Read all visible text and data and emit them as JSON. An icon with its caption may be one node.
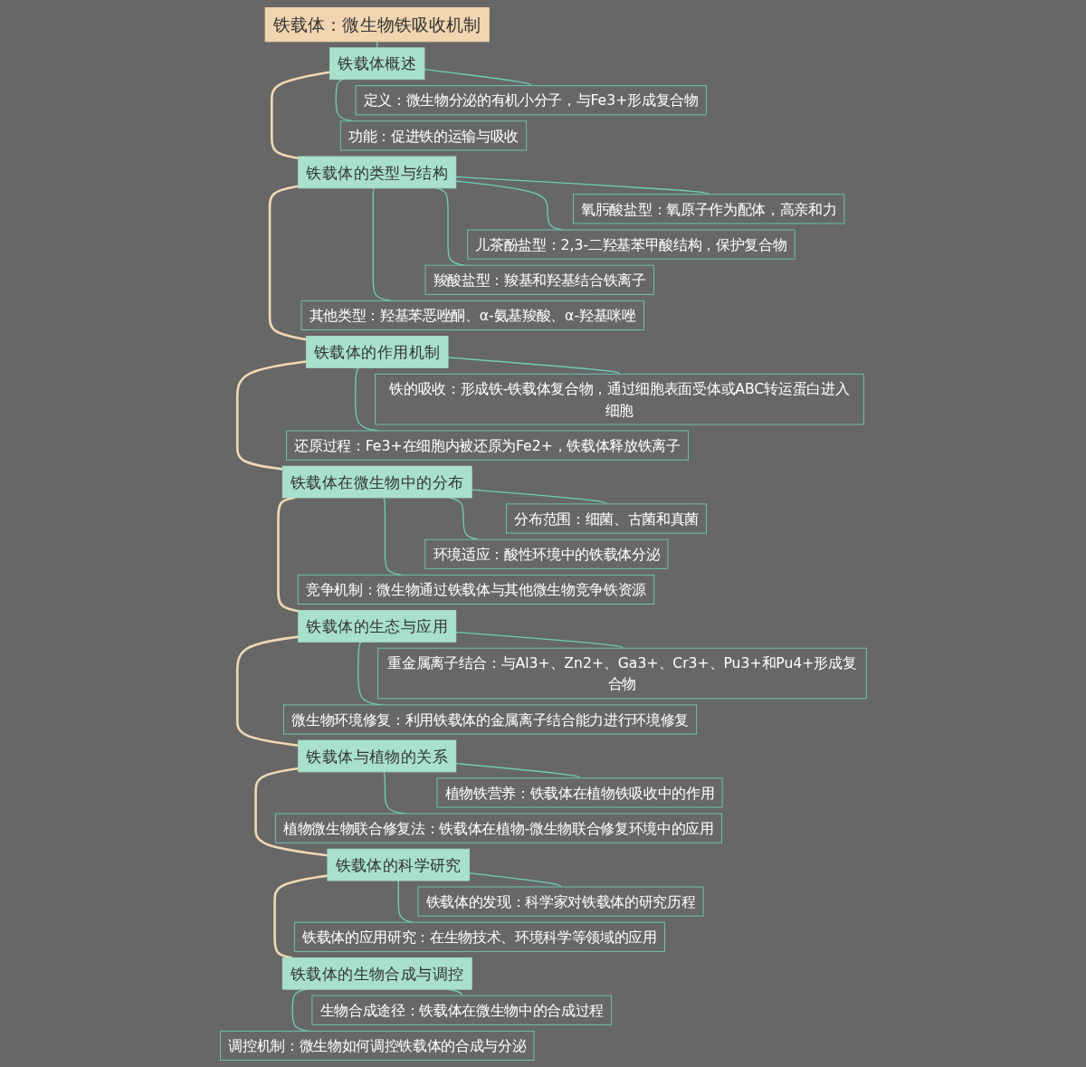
{
  "diagram": {
    "nodes": [
      {
        "text": [
          "铁载体：微生物铁吸收机制"
        ]
      },
      {
        "text": [
          "铁载体概述"
        ]
      },
      {
        "text": [
          "定义：微生物分泌的有机小分子，与Fe3+形成复合物"
        ]
      },
      {
        "text": [
          "功能：促进铁的运输与吸收"
        ]
      },
      {
        "text": [
          "铁载体的类型与结构"
        ]
      },
      {
        "text": [
          "氧肟酸盐型：氧原子作为配体，高亲和力"
        ]
      },
      {
        "text": [
          "儿茶酚盐型：2,3-二羟基苯甲酸结构，保护复合物"
        ]
      },
      {
        "text": [
          "羧酸盐型：羧基和羟基结合铁离子"
        ]
      },
      {
        "text": [
          "其他类型：羟基苯恶唑酮、α-氨基羧酸、α-羟基咪唑"
        ]
      },
      {
        "text": [
          "铁载体的作用机制"
        ]
      },
      {
        "text": [
          "铁的吸收：形成铁-铁载体复合物，通过细胞表面受体或ABC转运蛋白进入细胞"
        ]
      },
      {
        "text": [
          "还原过程：Fe3+在细胞内被还原为Fe2+，铁载体释放铁离子"
        ]
      },
      {
        "text": [
          "铁载体在微生物中的分布"
        ]
      },
      {
        "text": [
          "分布范围：细菌、古菌和真菌"
        ]
      },
      {
        "text": [
          "环境适应：酸性环境中的铁载体分泌"
        ]
      },
      {
        "text": [
          "竞争机制：微生物通过铁载体与其他微生物竞争铁资源"
        ]
      },
      {
        "text": [
          "铁载体的生态与应用"
        ]
      },
      {
        "text": [
          "重金属离子结合：与Al3+、Zn2+、Ga3+、Cr3+、Pu3+和Pu4+形成复合物"
        ]
      },
      {
        "text": [
          "微生物环境修复：利用铁载体的金属离子结合能力进行环境修复"
        ]
      },
      {
        "text": [
          "铁载体与植物的关系"
        ]
      },
      {
        "text": [
          "植物铁营养：铁载体在植物铁吸收中的作用"
        ]
      },
      {
        "text": [
          "植物微生物联合修复法：铁载体在植物-微生物联合修复环境中的应用"
        ]
      },
      {
        "text": [
          "铁载体的科学研究"
        ]
      },
      {
        "text": [
          "铁载体的发现：科学家对铁载体的研究历程"
        ]
      },
      {
        "text": [
          "铁载体的应用研究：在生物技术、环境科学等领域的应用"
        ]
      },
      {
        "text": [
          "铁载体的生物合成与调控"
        ]
      },
      {
        "text": [
          "生物合成途径：铁载体在微生物中的合成过程"
        ]
      },
      {
        "text": [
          "调控机制：微生物如何调控铁载体的合成与分泌"
        ]
      }
    ],
    "edges": [
      {
        "from": 0,
        "to": 1,
        "arrow": "none"
      },
      {
        "from": 1,
        "to": 2,
        "arrow": "none"
      },
      {
        "from": 1,
        "to": 3,
        "arrow": "none"
      },
      {
        "from": 1,
        "to": 4,
        "arrow": "none",
        "color": "#f0d9b5"
      },
      {
        "from": 4,
        "to": 5,
        "arrow": "none"
      },
      {
        "from": 4,
        "to": 6,
        "arrow": "none"
      },
      {
        "from": 4,
        "to": 7,
        "arrow": "none"
      },
      {
        "from": 4,
        "to": 8,
        "arrow": "none"
      },
      {
        "from": 4,
        "to": 9,
        "arrow": "none",
        "color": "#f0d9b5"
      },
      {
        "from": 9,
        "to": 10,
        "arrow": "none"
      },
      {
        "from": 9,
        "to": 11,
        "arrow": "none"
      },
      {
        "from": 9,
        "to": 12,
        "arrow": "none",
        "color": "#f0d9b5"
      },
      {
        "from": 12,
        "to": 13,
        "arrow": "none"
      },
      {
        "from": 12,
        "to": 14,
        "arrow": "none"
      },
      {
        "from": 12,
        "to": 15,
        "arrow": "none"
      },
      {
        "from": 12,
        "to": 16,
        "arrow": "none",
        "color": "#f0d9b5"
      },
      {
        "from": 16,
        "to": 17,
        "arrow": "none"
      },
      {
        "from": 16,
        "to": 18,
        "arrow": "none"
      },
      {
        "from": 16,
        "to": 19,
        "arrow": "none",
        "color": "#f0d9b5"
      },
      {
        "from": 19,
        "to": 20,
        "arrow": "none"
      },
      {
        "from": 19,
        "to": 21,
        "arrow": "none"
      },
      {
        "from": 19,
        "to": 22,
        "arrow": "none",
        "color": "#f0d9b5"
      },
      {
        "from": 22,
        "to": 23,
        "arrow": "none"
      },
      {
        "from": 22,
        "to": 24,
        "arrow": "none"
      },
      {
        "from": 22,
        "to": 25,
        "arrow": "none",
        "color": "#f0d9b5"
      },
      {
        "from": 25,
        "to": 26,
        "arrow": "none"
      },
      {
        "from": 25,
        "to": 27,
        "arrow": "none"
      }
    ]
  }
}
